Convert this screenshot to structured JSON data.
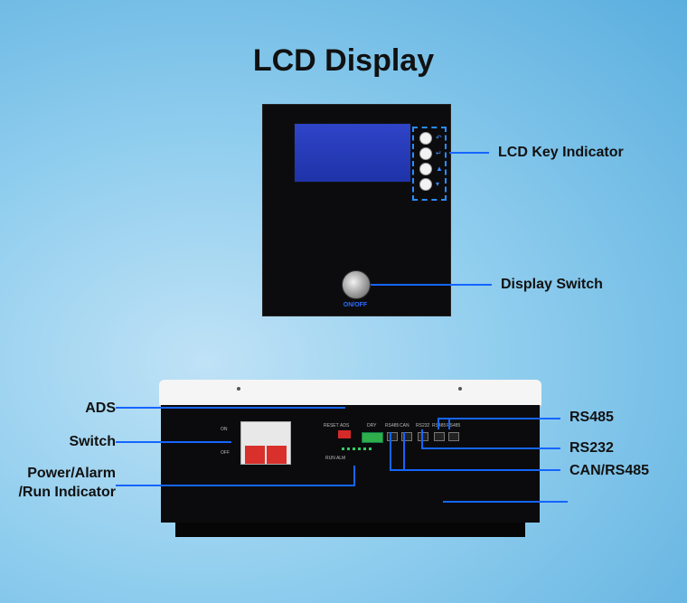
{
  "title": "LCD Display",
  "labels": {
    "lcd_key_indicator": "LCD Key Indicator",
    "display_switch": "Display Switch",
    "ads": "ADS",
    "switch": "Switch",
    "power_alarm_run_line1": "Power/Alarm",
    "power_alarm_run_line2": "/Run Indicator",
    "rs485": "RS485",
    "rs232": "RS232",
    "can_rs485": "CAN/RS485"
  },
  "device_text": {
    "on_off": "ON/OFF",
    "on": "ON",
    "off": "OFF",
    "reset": "RESET",
    "ads": "ADS",
    "dry": "DRY",
    "rs485": "RS485",
    "can": "CAN",
    "rs232": "RS232",
    "rs485_a": "RS485",
    "rs485_b": "RS485",
    "run_alm": "RUN ALM"
  },
  "colors": {
    "leader_line": "#1565ff",
    "key_box": "#2a8dff"
  },
  "icons": [
    "return-arrow-icon",
    "enter-icon",
    "up-arrow-icon",
    "down-arrow-icon"
  ]
}
